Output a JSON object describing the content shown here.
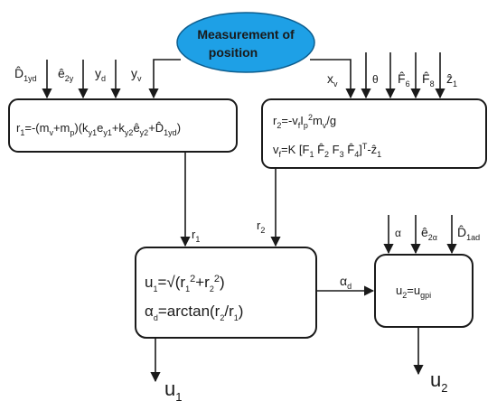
{
  "diagram": {
    "measurement_node": {
      "line1": "Measurement of",
      "line2": "position",
      "fill": "#1ea0e6"
    },
    "inputs_left": [
      "D̂1yd",
      "ê2y",
      "yd",
      "yv"
    ],
    "inputs_right": [
      "xv",
      "θ",
      "F̂6",
      "F̂8",
      "ẑ1"
    ],
    "inputs_u2": [
      "α",
      "ê2α",
      "D̂1ad"
    ],
    "box_r1": {
      "equation": "r1=-(mv+mp)(ky1ey1+ky2ê2y+D̂1yd)"
    },
    "box_r2": {
      "equation1": "r2=-vfIp2mv/g",
      "equation2": "vf=K [F1 F̂2 F3 F̂4]T-ẑ1"
    },
    "box_u1": {
      "equation1": "u1=√(r12+r22)",
      "equation2": "αd=arctan(r2/r1)"
    },
    "box_u2": {
      "equation": "u2=ugpi"
    },
    "edge_labels": {
      "r1": "r1",
      "r2": "r2",
      "alpha_d": "αd"
    },
    "outputs": {
      "u1": "u1",
      "u2": "u2"
    }
  }
}
